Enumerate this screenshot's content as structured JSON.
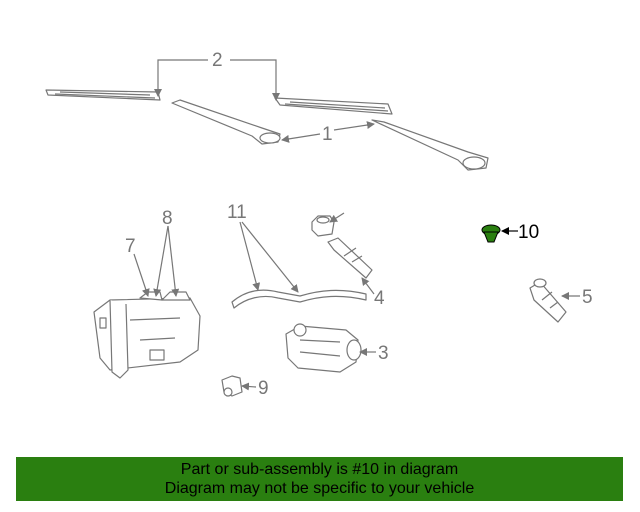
{
  "colors": {
    "background": "#ffffff",
    "line": "#777777",
    "highlight": "#000000",
    "highlight_part": "#2a7f10",
    "banner": "#2a7f10"
  },
  "callouts": {
    "c1": "1",
    "c2": "2",
    "c3": "3",
    "c4": "4",
    "c5": "5",
    "c7": "7",
    "c8": "8",
    "c9": "9",
    "c10": "10",
    "c11": "11"
  },
  "highlighted_part": "10",
  "banner": {
    "line1": "Part or sub-assembly is #10 in diagram",
    "line2": "Diagram may not be specific to your vehicle"
  }
}
